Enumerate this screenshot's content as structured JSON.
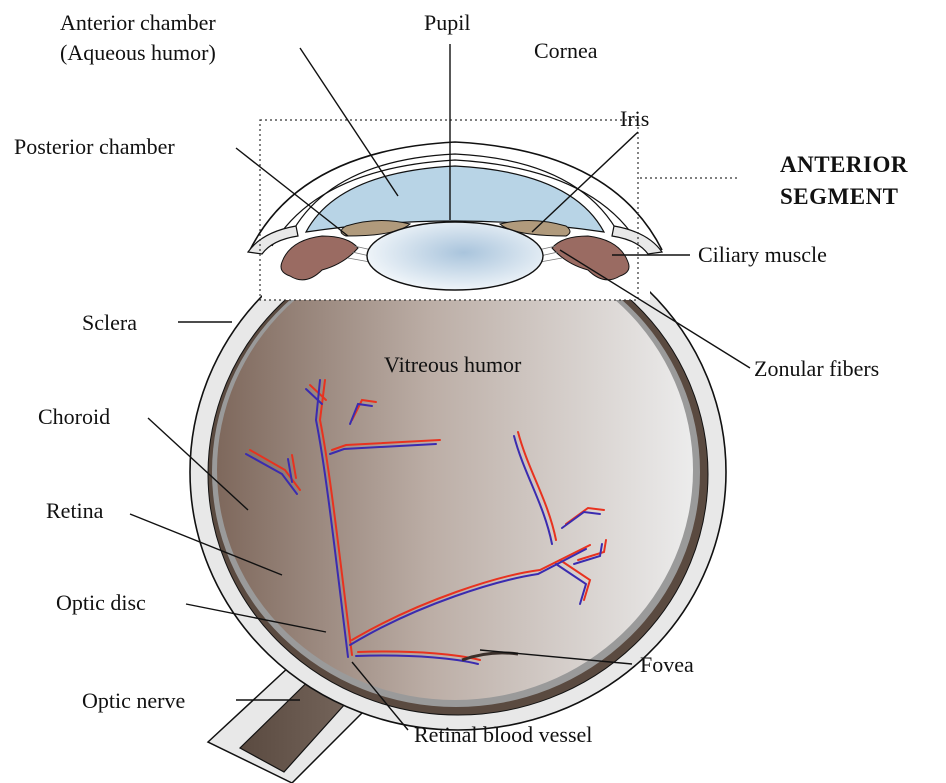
{
  "labels": {
    "anterior_chamber_line1": "Anterior chamber",
    "anterior_chamber_line2": "(Aqueous humor)",
    "pupil": "Pupil",
    "cornea": "Cornea",
    "iris": "Iris",
    "posterior_chamber": "Posterior chamber",
    "anterior_segment_line1": "ANTERIOR",
    "anterior_segment_line2": "SEGMENT",
    "ciliary_muscle": "Ciliary muscle",
    "sclera": "Sclera",
    "vitreous_humor": "Vitreous humor",
    "zonular_fibers": "Zonular fibers",
    "choroid": "Choroid",
    "retina": "Retina",
    "optic_disc": "Optic disc",
    "fovea": "Fovea",
    "optic_nerve": "Optic nerve",
    "retinal_blood_vessel": "Retinal blood vessel"
  },
  "colors": {
    "sclera": "#e8e8e8",
    "choroid": "#5a4a40",
    "cornea_aqueous": "#b8d4e6",
    "iris": "#b09a7c",
    "ciliary": "#9a6b62",
    "lens": "#dce8f2",
    "optic_nerve": "#6b5a4f",
    "artery": "#e8321f",
    "vein": "#3a2bb0"
  }
}
